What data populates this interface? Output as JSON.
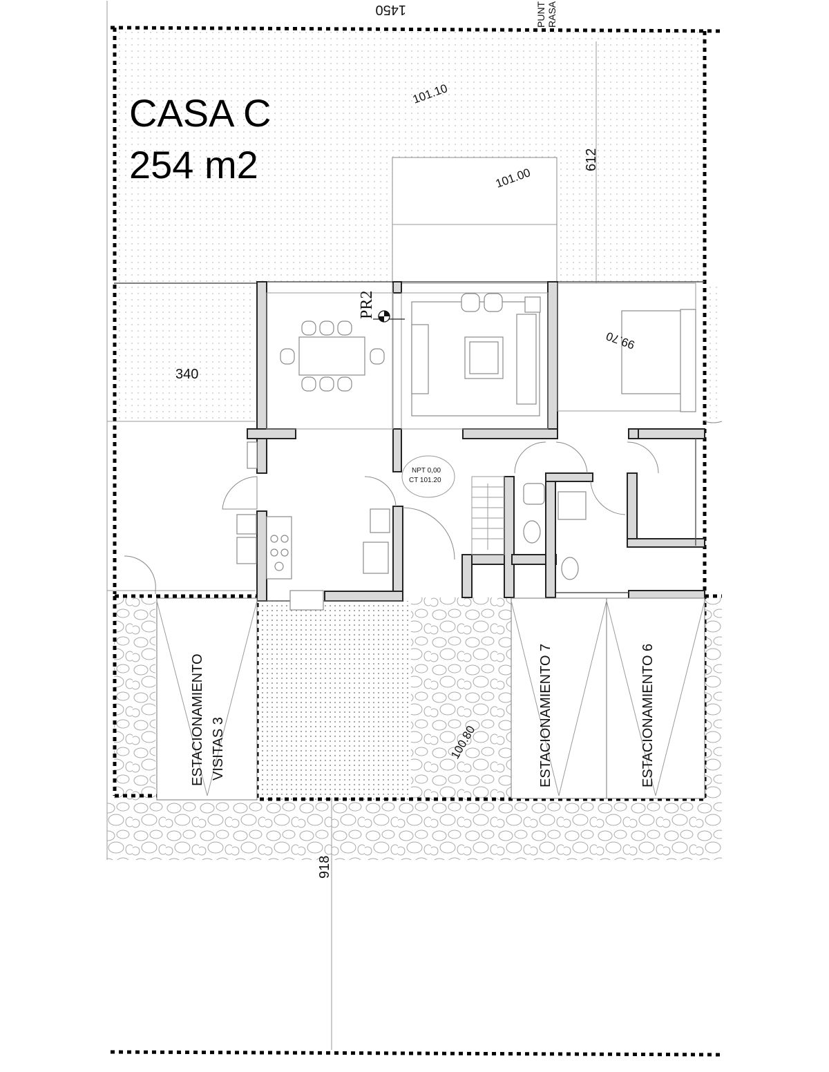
{
  "title": {
    "house": "CASA C",
    "area": "254 m2"
  },
  "dimensions": {
    "top_width": "1450",
    "right_side": "612",
    "left_side": "340",
    "bottom_length": "918"
  },
  "levels": {
    "lvl_101_10": "101.10",
    "lvl_101_00": "101.00",
    "lvl_99_70": "99.70",
    "lvl_100_80": "100.80",
    "npt": "NPT 0,00",
    "ct": "CT 101.20"
  },
  "section_marker": "PR2",
  "corner_note": {
    "line1": "PUNT",
    "line2": "RASA"
  },
  "parking": {
    "visitas_line1": "ESTACIONAMIENTO",
    "visitas_line2": "VISITAS 3",
    "space7": "ESTACIONAMIENTO 7",
    "space6": "ESTACIONAMIENTO 6"
  },
  "colors": {
    "line": "#111111",
    "wall_fill": "#d9d9d9",
    "hatch_dots": "#bdbdbd",
    "stone_pattern": "#a8a8a8"
  }
}
